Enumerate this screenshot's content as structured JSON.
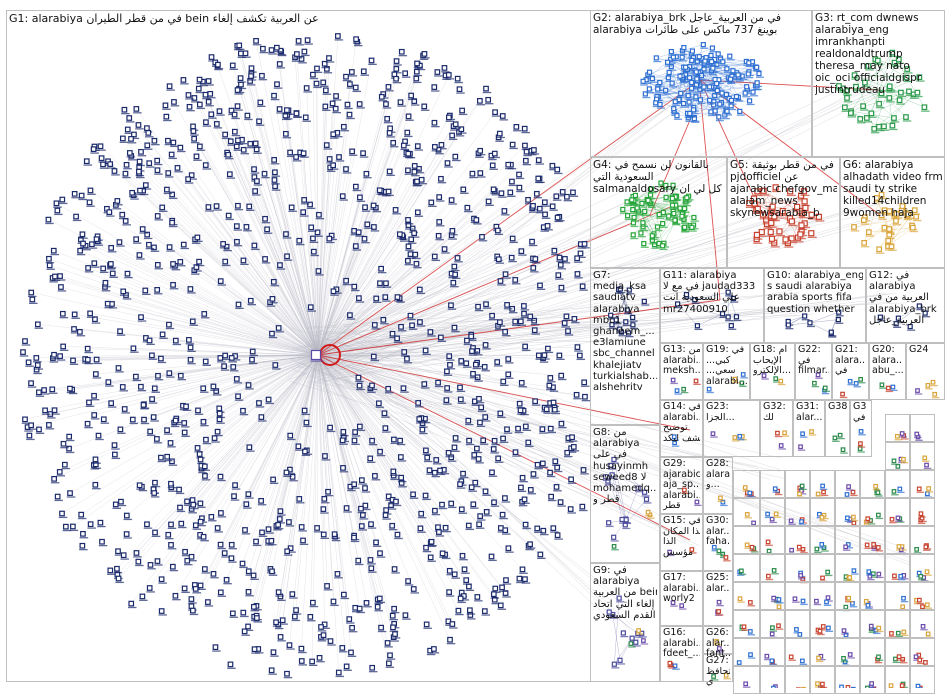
{
  "groups": [
    {
      "id": "G1",
      "lines": [
        "G1: alarabiya في من قطر الطيران bein عن العربية تكشف إلغاء"
      ]
    },
    {
      "id": "G2",
      "lines": [
        "G2: alarabiya_brk في من العربية_عاجل",
        "alarabiya بوينغ 737 ماكس على طائرات"
      ]
    },
    {
      "id": "G3",
      "lines": [
        "G3: rt_com dwnews",
        "alarabiya_eng",
        "imrankhanpti",
        "realdonaldtrump",
        "theresa_may nato",
        "oic_oci officialdgispr",
        "justintrudeau"
      ]
    },
    {
      "id": "G4",
      "lines": [
        "G4: بالقانون لن نسمح في",
        "السعودية التي",
        "salmanaldosary كل لي ان"
      ]
    },
    {
      "id": "G5",
      "lines": [
        "G5: في من قطر بوثيقة",
        "pjdofficiel عن",
        "ajarabic chefgov_ma",
        "alalam_news",
        "skynewsarabia_b"
      ]
    },
    {
      "id": "G6",
      "lines": [
        "G6: alarabiya",
        "alhadath video frm",
        "saudi tv strike",
        "killed14children",
        "9women haja"
      ]
    },
    {
      "id": "G7",
      "lines": [
        "G7:",
        "media_ksa",
        "saudiatv",
        "alarabiya",
        "mbc1",
        "ghaneem_...",
        "e3lamiune",
        "sbc_channel",
        "khalejiatv",
        "turkialshab...",
        "alshehritv"
      ]
    },
    {
      "id": "G8",
      "lines": [
        "G8: من",
        "alarabiya",
        "في على",
        "husayinmh",
        "seweed8 لا",
        "mohamedq...",
        "قطر و"
      ]
    },
    {
      "id": "G9",
      "lines": [
        "G9: في",
        "alarabiya",
        "من العربية bein",
        "إلغاء التي اتحاد",
        "القدم السعودي"
      ]
    },
    {
      "id": "G10",
      "lines": [
        "G10: alarabiya_eng",
        "s saudi alarabiya",
        "arabia sports fifa",
        "question whether"
      ]
    },
    {
      "id": "G11",
      "lines": [
        "G11: alarabiya",
        "في مع لا jaudad333",
        "علي السعودية انت",
        "mr27400910"
      ]
    },
    {
      "id": "G12",
      "lines": [
        "G12: في",
        "alarabiya",
        "العربية من في",
        "alarabiya_brk",
        "العربية_عاجل"
      ]
    },
    {
      "id": "G13",
      "lines": [
        "G13: من",
        "alarabi...",
        "meksh..."
      ]
    },
    {
      "id": "G19",
      "lines": [
        "G19: في",
        "...كبي",
        "...سعي",
        "alarabi..."
      ]
    },
    {
      "id": "G18",
      "lines": [
        "G18: أم",
        "الإيحاب",
        "الإلكترو..."
      ]
    },
    {
      "id": "G22",
      "lines": [
        "G22:",
        "في",
        "filmar..."
      ]
    },
    {
      "id": "G21",
      "lines": [
        "G21:",
        "alara...",
        "في"
      ]
    },
    {
      "id": "G20",
      "lines": [
        "G20:",
        "alara...",
        "abu_..."
      ]
    },
    {
      "id": "G24",
      "lines": [
        "G24"
      ]
    },
    {
      "id": "G14",
      "lines": [
        "G14: في",
        "alarabi...",
        "توضيح",
        "كشف ليكد"
      ]
    },
    {
      "id": "G23",
      "lines": [
        "G23:",
        "الجزا..."
      ]
    },
    {
      "id": "G32",
      "lines": [
        "G32:",
        "لك"
      ]
    },
    {
      "id": "G31",
      "lines": [
        "G31:",
        "alar..."
      ]
    },
    {
      "id": "G38",
      "lines": [
        "G38"
      ]
    },
    {
      "id": "G3x",
      "lines": [
        "G3",
        "في"
      ]
    },
    {
      "id": "G28",
      "lines": [
        "G28:",
        "alarabi...",
        "و..."
      ]
    },
    {
      "id": "G15",
      "lines": [
        "G15: في",
        "هذا المكان",
        "الذا",
        "مؤسس"
      ]
    },
    {
      "id": "G17",
      "lines": [
        "G17:",
        "alarabi...",
        "worly2"
      ]
    },
    {
      "id": "G16",
      "lines": [
        "G16:",
        "alarabi...",
        "fdeet_..."
      ]
    },
    {
      "id": "G29",
      "lines": [
        "G29:",
        "ajarabic",
        "aja_sp...",
        "alarabi...",
        "قطر"
      ]
    },
    {
      "id": "G30",
      "lines": [
        "G30:",
        "alar...",
        "faha..."
      ]
    },
    {
      "id": "G25",
      "lines": [
        "G25:",
        "alar..."
      ]
    },
    {
      "id": "G26",
      "lines": [
        "G26:",
        "alar...",
        "fant..."
      ]
    },
    {
      "id": "G27",
      "lines": [
        "G27:",
        "تحافظ",
        "ي"
      ]
    }
  ],
  "colors": {
    "g1_node": "#1b2a6b",
    "g2_node": "#2e6fd1",
    "g3_node": "#2a9a4a",
    "g4_node": "#27a53a",
    "g5_node": "#c8432f",
    "g6_node": "#d9a43a",
    "edge": "#b9b9c4",
    "red_edge": "#d11a1a",
    "frame": "#bfbfbf"
  }
}
